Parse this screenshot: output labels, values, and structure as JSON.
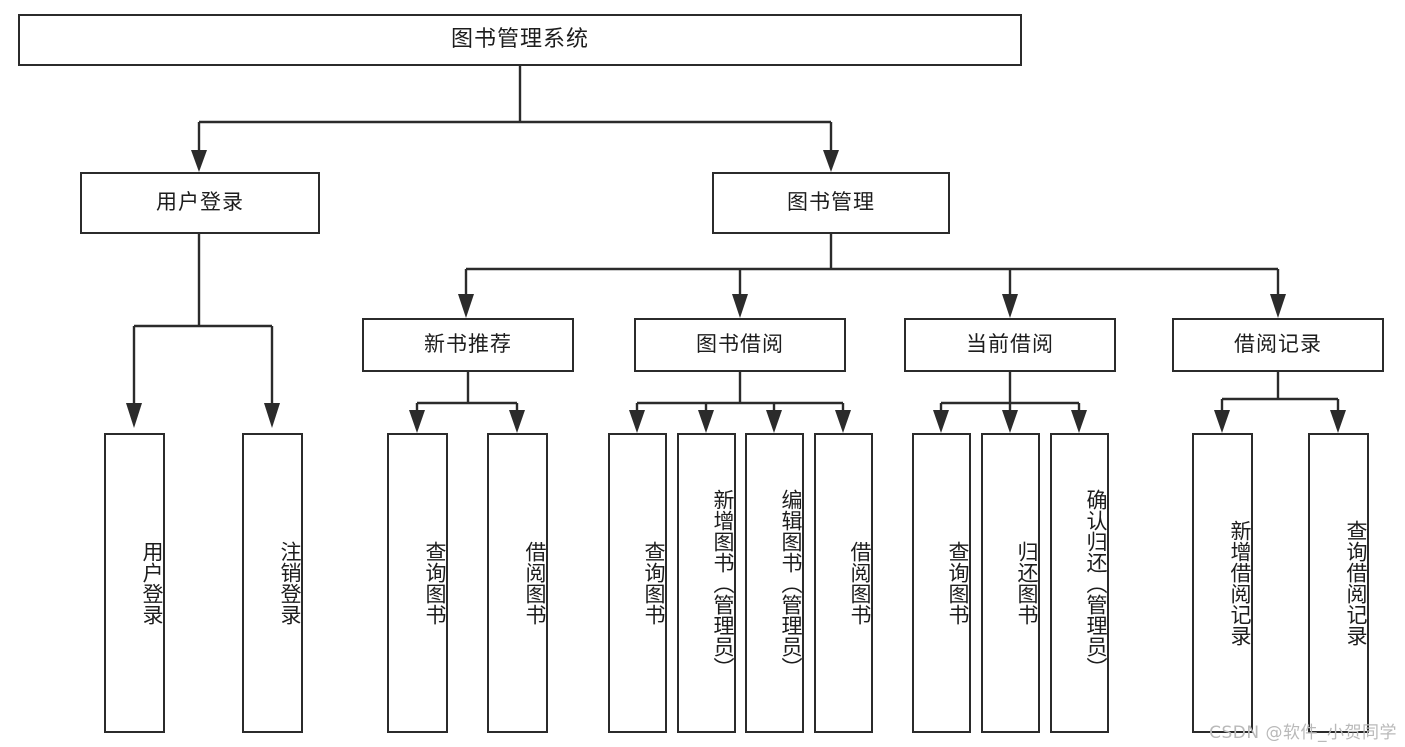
{
  "diagram": {
    "title": "图书管理系统",
    "type": "tree-hierarchy-chart",
    "watermark": "CSDN @软件_小贺同学"
  },
  "nodes": {
    "root": {
      "label": "图书管理系统"
    },
    "level2": [
      {
        "label": "用户登录"
      },
      {
        "label": "图书管理"
      }
    ],
    "level3": [
      {
        "label": "新书推荐"
      },
      {
        "label": "图书借阅"
      },
      {
        "label": "当前借阅"
      },
      {
        "label": "借阅记录"
      }
    ],
    "leaves": {
      "user_login": [
        {
          "label": "用户登录"
        },
        {
          "label": "注销登录"
        }
      ],
      "new_book": [
        {
          "label": "查询图书"
        },
        {
          "label": "借阅图书"
        }
      ],
      "book_borrow": [
        {
          "label": "查询图书"
        },
        {
          "label": "新增图书（管理员）"
        },
        {
          "label": "编辑图书（管理员）"
        },
        {
          "label": "借阅图书"
        }
      ],
      "current_borrow": [
        {
          "label": "查询图书"
        },
        {
          "label": "归还图书"
        },
        {
          "label": "确认归还（管理员）"
        }
      ],
      "borrow_record": [
        {
          "label": "新增借阅记录"
        },
        {
          "label": "查询借阅记录"
        }
      ]
    }
  },
  "colors": {
    "stroke": "#2b2b2b",
    "fill": "#ffffff",
    "text": "#1d1d1d",
    "watermark": "#b9b9b9"
  }
}
